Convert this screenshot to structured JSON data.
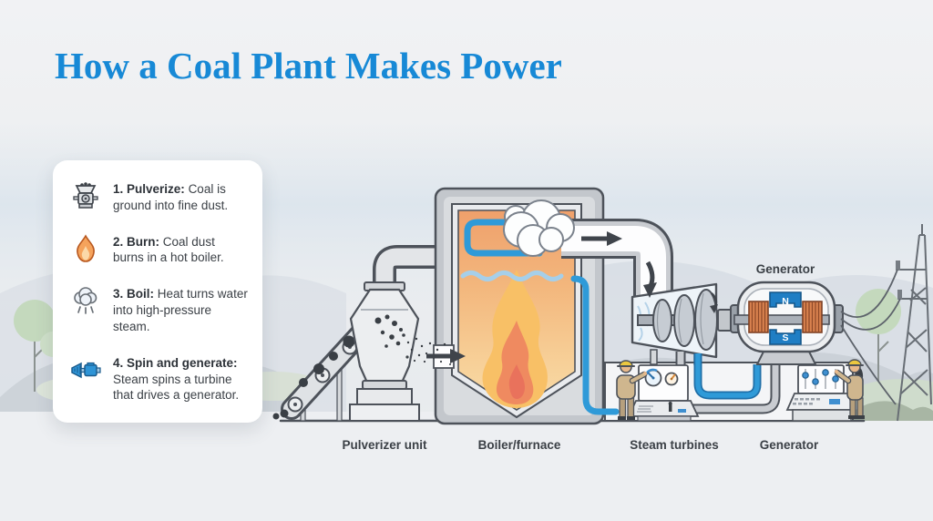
{
  "title": "How a Coal Plant Makes Power",
  "steps": [
    {
      "label": "1. Pulverize:",
      "text": "Coal is ground into fine dust.",
      "icon": "grinder-icon"
    },
    {
      "label": "2. Burn:",
      "text": "Coal dust burns in a hot boiler.",
      "icon": "flame-icon"
    },
    {
      "label": "3. Boil:",
      "text": "Heat turns water into high-pressure steam.",
      "icon": "steam-icon"
    },
    {
      "label": "4. Spin and generate:",
      "text": "Steam spins a turbine that drives a generator.",
      "icon": "turbine-icon"
    }
  ],
  "diagram": {
    "generator_caption": "Generator",
    "magnet_n": "N",
    "magnet_s": "S",
    "labels": {
      "pulverizer": "Pulverizer unit",
      "boiler": "Boiler/furnace",
      "turbines": "Steam turbines",
      "generator": "Generator"
    }
  },
  "colors": {
    "accent_blue": "#1789d6",
    "pipe_blue": "#2f9ad8",
    "flame_orange": "#f08b5e",
    "coil_copper": "#d9824f",
    "magnet_blue": "#1f7ec4",
    "text_dark": "#3b4046"
  }
}
